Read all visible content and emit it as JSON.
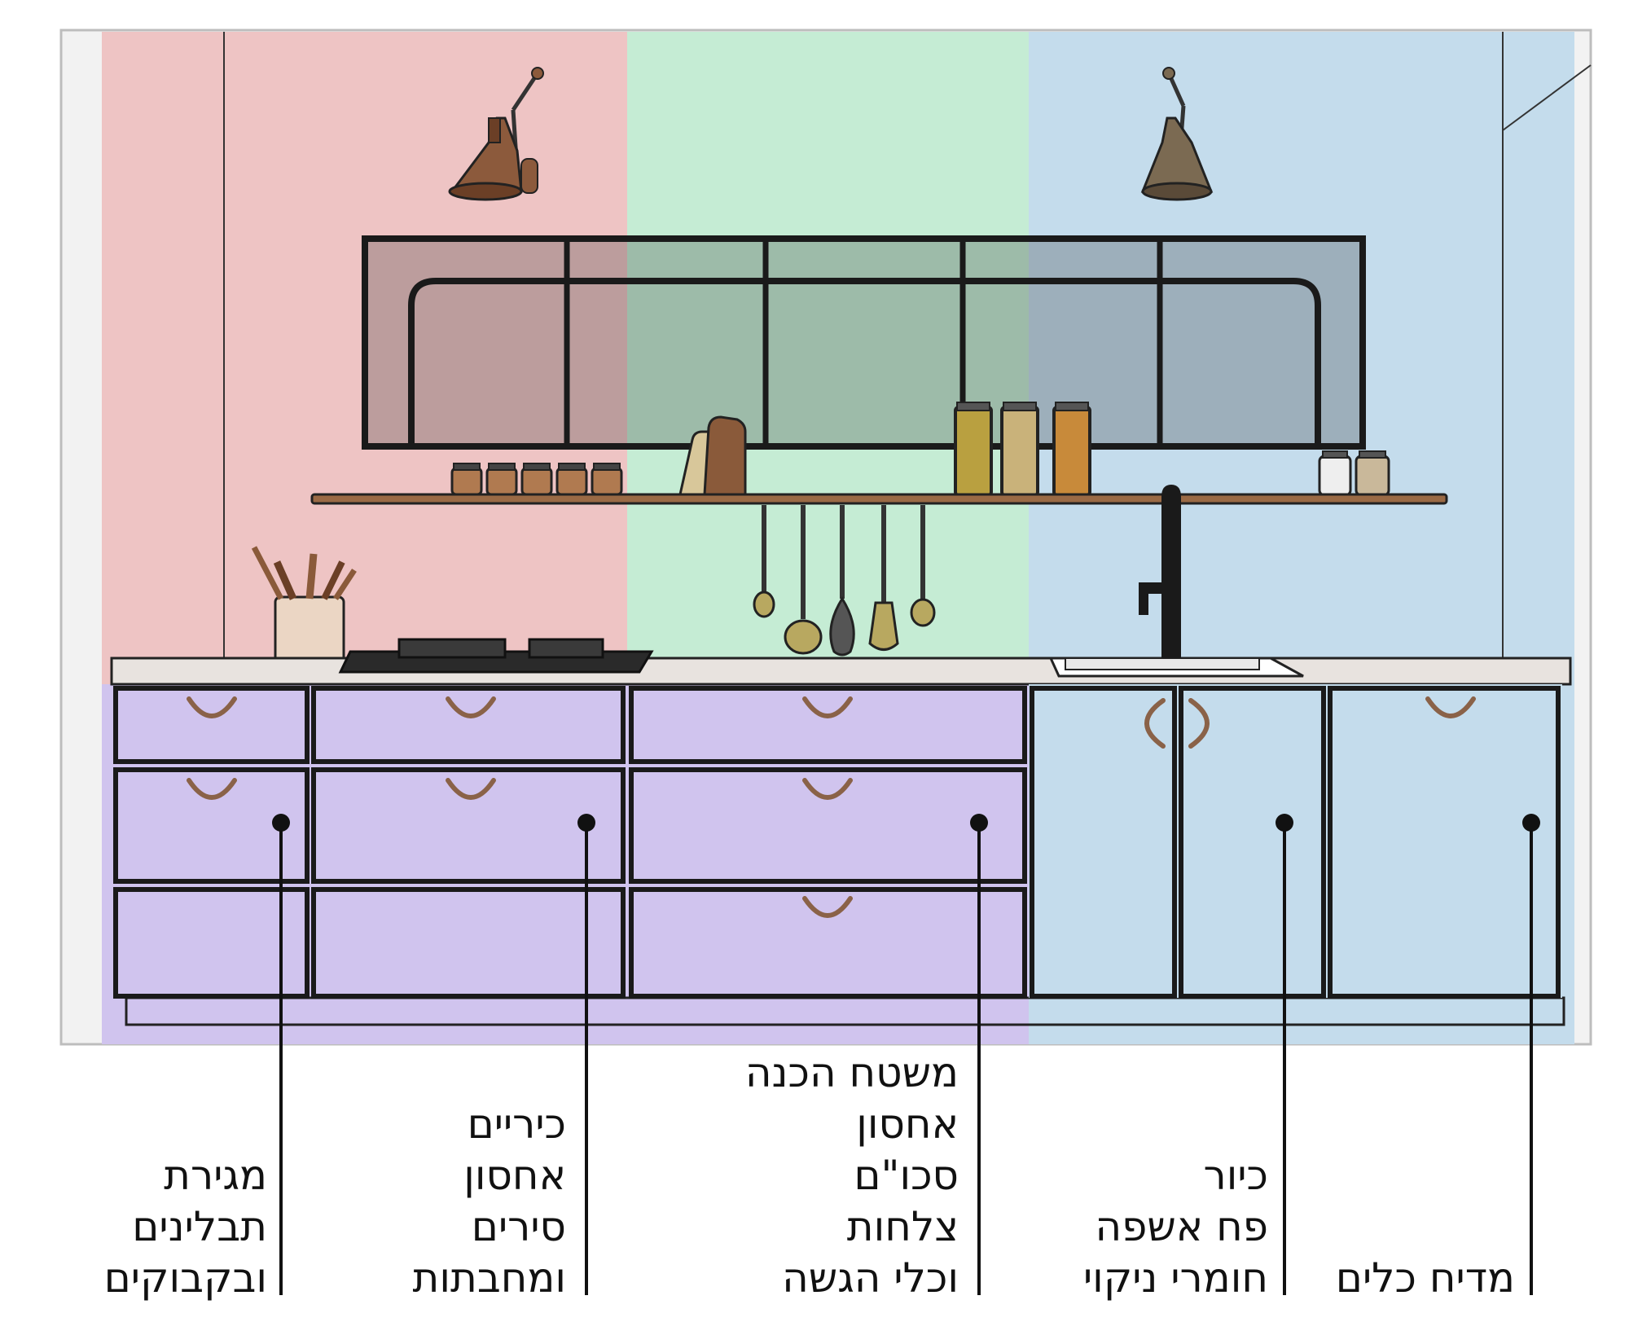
{
  "colors": {
    "zone_cooking": "#eec4c4",
    "zone_prep": "#c5ecd4",
    "zone_sink": "#c4dcec",
    "cabinets_lower": "#d0c4ee",
    "cabinets_sink": "#c4dcec",
    "outline": "#1a1a1a",
    "handle": "#8a6248",
    "wood": "#9a6a45",
    "lamp": "#8c5a3c"
  },
  "icons": [
    "wall-lamp-icon",
    "spice-jar-icon",
    "cutting-board-icon",
    "storage-jar-icon",
    "utensil-crock-icon",
    "hanging-ladle-icon",
    "whisk-icon",
    "cooktop-icon",
    "faucet-icon",
    "sink-icon",
    "drawer-handle-icon"
  ],
  "labels": {
    "cooktop": [
      "מגירת",
      "תבלינים",
      "ובקבוקים"
    ],
    "pots": [
      "כיריים",
      "אחסון",
      "סירים",
      "ומחבתות"
    ],
    "prep": [
      "משטח הכנה",
      "אחסון",
      "סכו\"ם",
      "צלחות",
      "וכלי הגשה"
    ],
    "sink": [
      "כיור",
      "פח אשפה",
      "חומרי ניקוי"
    ],
    "dishrack": [
      "מדיח כלים"
    ]
  }
}
